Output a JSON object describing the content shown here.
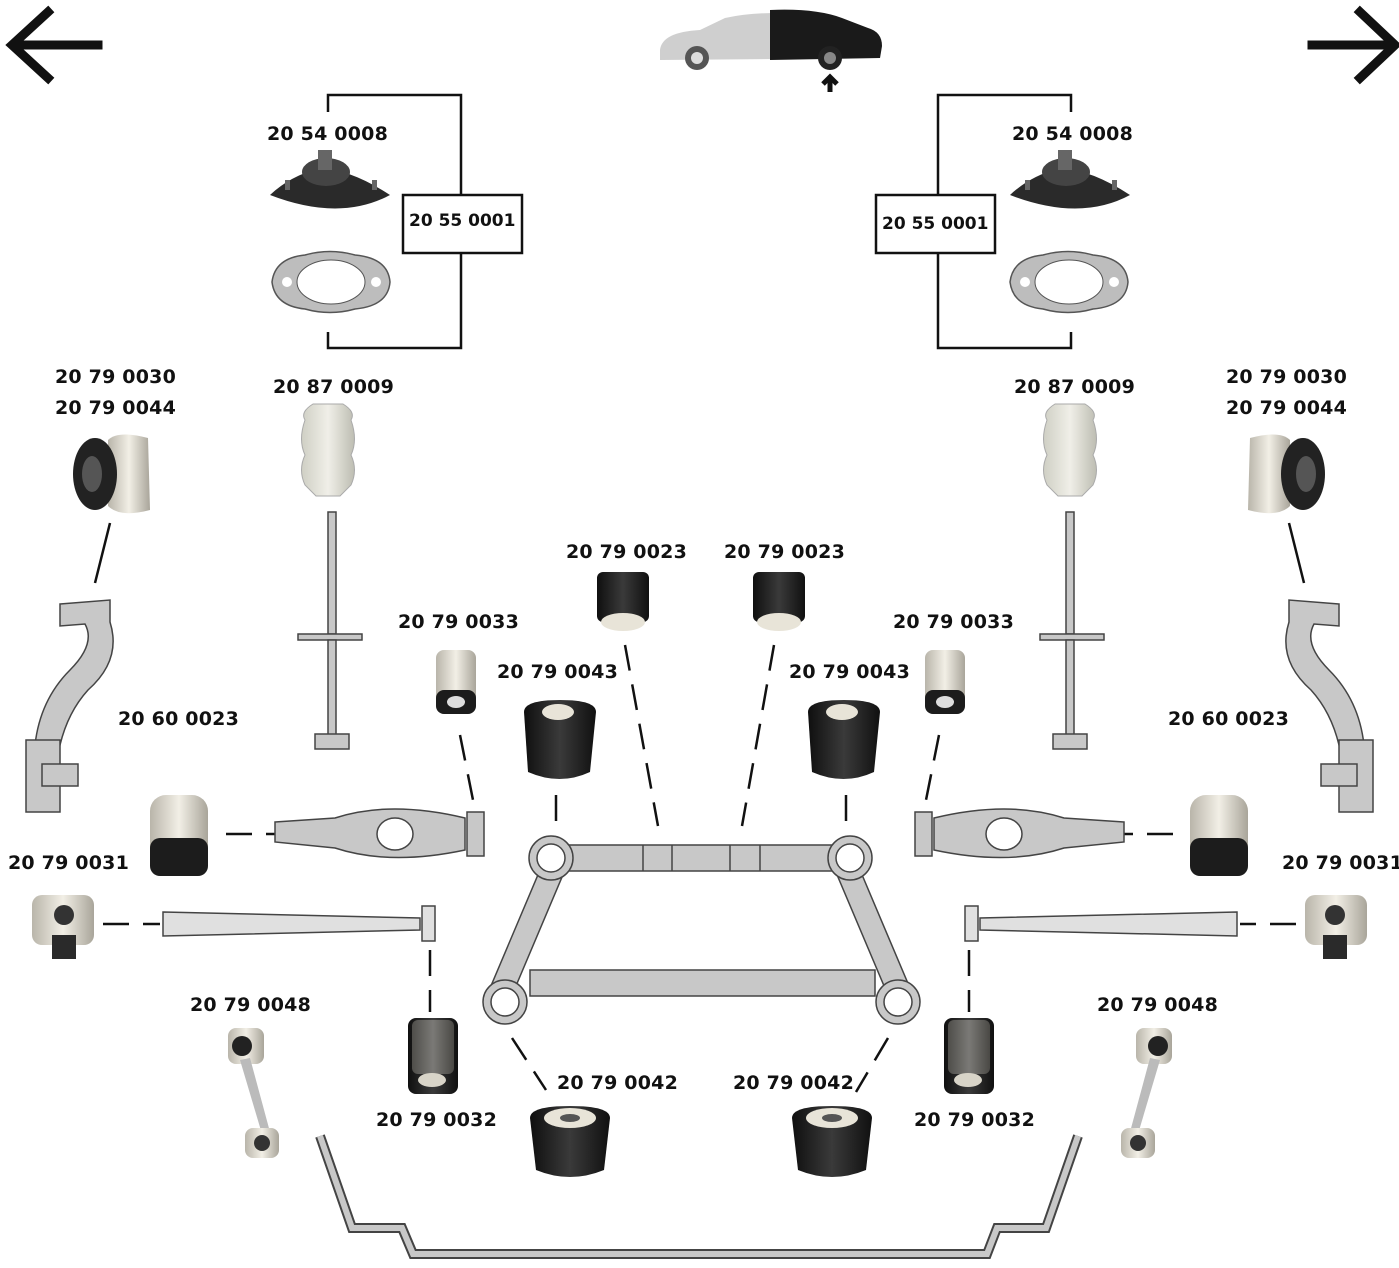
{
  "nav": {
    "prev_icon": "arrow-left-icon",
    "next_icon": "arrow-right-icon"
  },
  "header": {
    "car_icon": "car-rear-axle-icon"
  },
  "labels": {
    "top_mount_left": "20 54 0008",
    "top_mount_right": "20 54 0008",
    "kit_left": "20 55 0001",
    "kit_right": "20 55 0001",
    "bump_stop_left": "20 87 0009",
    "bump_stop_right": "20 87 0009",
    "bush_upper_left_a": "20 79 0030",
    "bush_upper_left_b": "20 79 0044",
    "bush_upper_right_a": "20 79 0030",
    "bush_upper_right_b": "20 79 0044",
    "knuckle_left": "20 60 0023",
    "knuckle_right": "20 60 0023",
    "bush_0023_left": "20 79 0023",
    "bush_0023_right": "20 79 0023",
    "bush_0033_left": "20 79 0033",
    "bush_0033_right": "20 79 0033",
    "bush_0043_left": "20 79 0043",
    "bush_0043_right": "20 79 0043",
    "bush_0031_left": "20 79 0031",
    "bush_0031_right": "20 79 0031",
    "link_left": "20 79 0048",
    "link_right": "20 79 0048",
    "bush_0042_left": "20 79 0042",
    "bush_0042_right": "20 79 0042",
    "bush_0032_left": "20 79 0032",
    "bush_0032_right": "20 79 0032"
  },
  "colors": {
    "part_gray": "#c8c8c8",
    "part_outline": "#444444",
    "rubber_dark": "#1e1e1e",
    "metal_light": "#e6e2d6",
    "line": "#111111"
  }
}
